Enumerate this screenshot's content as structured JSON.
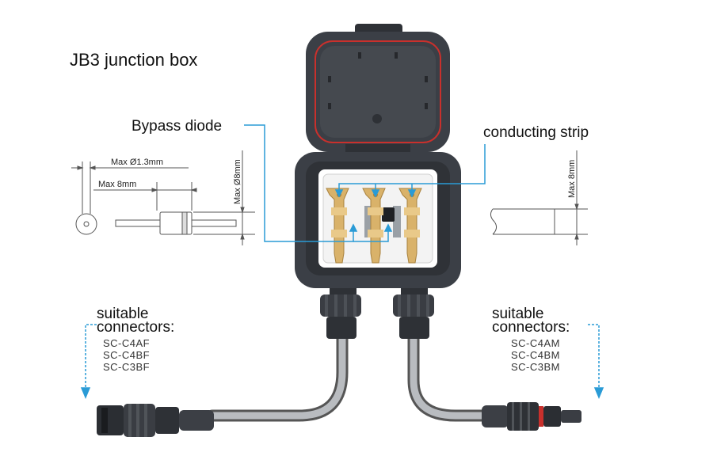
{
  "title": "JB3 junction box",
  "callouts": {
    "bypass_diode": "Bypass diode",
    "conducting_strip": "conducting strip"
  },
  "diode_dims": {
    "lead_diameter": "Max Ø1.3mm",
    "lead_length": "Max 8mm",
    "body_diameter": "Max Ø8mm"
  },
  "strip_dims": {
    "thickness": "Max 8mm"
  },
  "left_connectors": {
    "heading_1": "suitable",
    "heading_2": "connectors:",
    "models": [
      "SC-C4AF",
      "SC-C4BF",
      "SC-C3BF"
    ]
  },
  "right_connectors": {
    "heading_1": "suitable",
    "heading_2": "connectors:",
    "models": [
      "SC-C4AM",
      "SC-C4BM",
      "SC-C3BM"
    ]
  },
  "colors": {
    "callout_line": "#2a9bd6",
    "box_body": "#3b3f46",
    "terminal": "#d9b26a",
    "seal": "#c9302c"
  }
}
